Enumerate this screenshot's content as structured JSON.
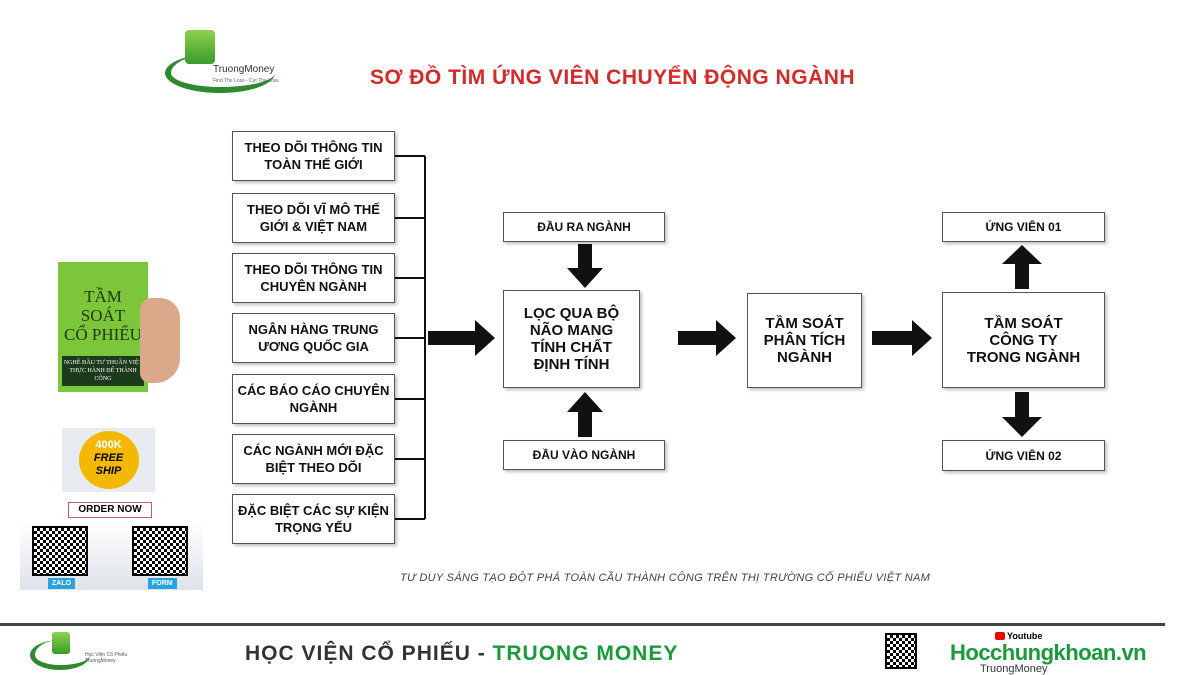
{
  "header": {
    "logo_text": "TruongMoney",
    "logo_tagline": "Find The Loss - Cut The Loss",
    "title": "SƠ ĐỒ TÌM ỨNG VIÊN CHUYỂN ĐỘNG NGÀNH"
  },
  "sidebar": {
    "book_title_1": "TẦM SOÁT",
    "book_title_2": "CỔ PHIẾU",
    "book_subtitle": "NGHỀ ĐẦU TƯ THUẦN VIỆT THỰC HÀNH ĐỂ THÀNH CÔNG",
    "badge_price": "400K",
    "badge_line1": "FREE",
    "badge_line2": "SHIP",
    "order_label": "ORDER NOW",
    "qr_labels": [
      "ZALO",
      "FORM"
    ]
  },
  "diagram": {
    "sources": [
      "THEO DÕI THÔNG TIN TOÀN THẾ GIỚI",
      "THEO DÕI VĨ MÔ THẾ GIỚI & VIỆT NAM",
      "THEO DÕI THÔNG TIN CHUYÊN NGÀNH",
      "NGÂN HÀNG TRUNG ƯƠNG QUỐC GIA",
      "CÁC BÁO CÁO CHUYÊN NGÀNH",
      "CÁC NGÀNH MỚI ĐẶC BIỆT THEO DÕI",
      "ĐẶC BIỆT CÁC SỰ KIỆN TRỌNG YẾU"
    ],
    "output": "ĐẦU RA NGÀNH",
    "filter": "LỌC QUA BỘ NÃO MANG TÍNH CHẤT ĐỊNH TÍNH",
    "input": "ĐẦU VÀO NGÀNH",
    "industry": "TẦM SOÁT PHÂN TÍCH NGÀNH",
    "company": "TẦM SOÁT CÔNG TY TRONG NGÀNH",
    "candidate1": "ỨNG VIÊN 01",
    "candidate2": "ỨNG VIÊN 02"
  },
  "tagline": "TƯ DUY SÁNG TẠO ĐỘT PHÁ TOÀN CẦU THÀNH CÔNG TRÊN THỊ TRƯỜNG CỔ PHIẾU VIỆT NAM",
  "footer": {
    "logo_text": "Học Viện Cổ Phiếu TruongMoney",
    "title_part1": "HỌC VIỆN CỔ PHIẾU - ",
    "title_part2": "TRUONG MONEY",
    "youtube": "Youtube",
    "site": "Hocchungkhoan.vn",
    "channel": "TruongMoney"
  },
  "colors": {
    "title": "#d42a2a",
    "brand_green": "#1a9a3a"
  }
}
